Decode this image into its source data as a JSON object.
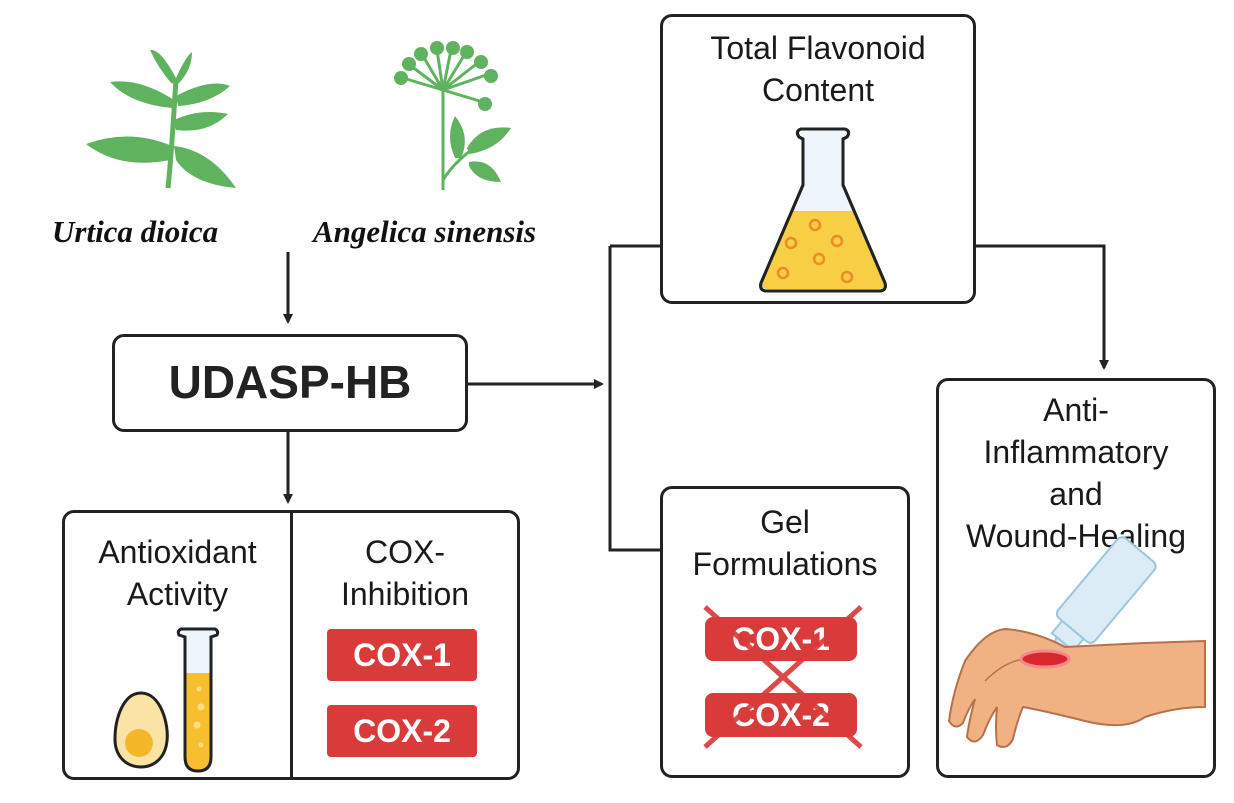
{
  "diagram": {
    "title_node": "UDASP-HB",
    "sources": [
      {
        "name": "Urtica dioica",
        "icon": "nettle-plant-icon"
      },
      {
        "name": "Angelica sinensis",
        "icon": "angelica-plant-icon"
      }
    ],
    "nodes": {
      "flavonoid": {
        "label_line1": "Total Flavonoid",
        "label_line2": "Content",
        "icon": "erlenmeyer-flask-icon"
      },
      "antioxidant": {
        "label_line1": "Antioxidant",
        "label_line2": "Activity",
        "icons": [
          "egg-icon",
          "test-tube-icon"
        ]
      },
      "cox_inhibition": {
        "label_line1": "COX-",
        "label_line2": "Inhibition",
        "badges": [
          "COX-1",
          "COX-2"
        ]
      },
      "gel": {
        "label_line1": "Gel",
        "label_line2": "Formulations",
        "badges": [
          "COX-1",
          "COX-2"
        ],
        "crossed_out": true
      },
      "wound": {
        "label_line1": "Anti-",
        "label_line2": "Inflammatory",
        "label_line3": "and",
        "label_line4": "Wound-Healing",
        "icon": "hand-gel-application-icon"
      }
    },
    "edges": [
      {
        "from": "Urtica dioica + Angelica sinensis",
        "to": "UDASP-HB"
      },
      {
        "from": "UDASP-HB",
        "to": "Antioxidant Activity / COX-Inhibition"
      },
      {
        "from": "UDASP-HB",
        "to": "Total Flavonoid Content"
      },
      {
        "from": "UDASP-HB",
        "to": "Gel Formulations"
      },
      {
        "from": "Total Flavonoid Content",
        "to": "Anti-Inflammatory and Wound-Healing"
      }
    ],
    "colors": {
      "plant_green": "#5fb35f",
      "badge_red": "#d93a3a",
      "liquid_yellow": "#f7cf45",
      "bubble_orange": "#ef8a2a",
      "skin": "#f0b183",
      "wound_red": "#d8282e",
      "line": "#222222"
    }
  }
}
